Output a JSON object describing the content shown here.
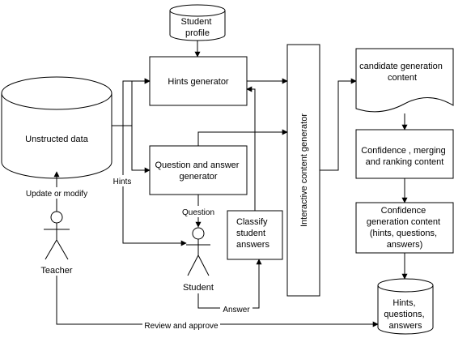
{
  "nodes": {
    "student_profile": [
      "Student",
      "profile"
    ],
    "unstructured_data": [
      "Unstructed data"
    ],
    "hints_generator": [
      "Hints generator"
    ],
    "qa_generator": [
      "Question and answer",
      "generator"
    ],
    "classify": [
      "Classify",
      "student",
      "answers"
    ],
    "interactive": [
      "Interactive content generator"
    ],
    "candidate": [
      "candidate generation",
      "content"
    ],
    "confidence_merge": [
      "Confidence , merging",
      "and ranking content"
    ],
    "confidence_gen": [
      "Confidence",
      "generation content",
      "(hints, questions,",
      "answers)"
    ],
    "hqa_db": [
      "Hints,",
      "questions,",
      "answers"
    ]
  },
  "actors": {
    "teacher": "Teacher",
    "student": "Student"
  },
  "edges": {
    "hints": "Hints",
    "update": "Update or modify",
    "question": "Question",
    "answer": "Answer",
    "review": "Review and approve"
  }
}
